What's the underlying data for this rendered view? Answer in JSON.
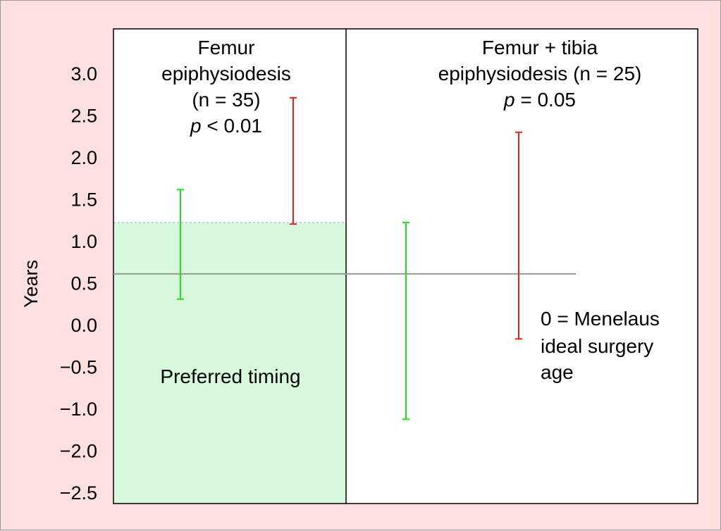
{
  "chart_data": {
    "type": "range",
    "ylabel": "Years",
    "ylim": [
      -2.75,
      3.45
    ],
    "yticks": [
      "3.0",
      "2.5",
      "2.0",
      "1.5",
      "1.0",
      "0.5",
      "0.0",
      "−0.5",
      "−1.0",
      "−2.0",
      "−2.5"
    ],
    "panels": [
      {
        "title_lines": [
          "Femur",
          "epiphysiodesis",
          "(n = 35)"
        ],
        "p_label": "p",
        "p_value": " < 0.01",
        "ranges": [
          {
            "color": "#22dd22",
            "low": -0.08,
            "high": 1.35
          },
          {
            "color": "#dd2222",
            "low": 0.9,
            "high": 2.55
          }
        ]
      },
      {
        "title_lines": [
          "Femur + tibia",
          "epiphysiodesis (n = 25)"
        ],
        "p_label": "p",
        "p_value": " = 0.05",
        "ranges": [
          {
            "color": "#22dd22",
            "low": -1.65,
            "high": 0.92
          },
          {
            "color": "#dd2222",
            "low": -0.6,
            "high": 2.1
          }
        ]
      }
    ],
    "shaded_region": {
      "label": "Preferred timing",
      "low": -2.75,
      "high": 0.92,
      "color": "#d8f8dc"
    },
    "reference_line": {
      "value": 0.25,
      "label_lines": [
        "0 = Menelaus",
        "ideal surgery",
        "age"
      ]
    }
  }
}
